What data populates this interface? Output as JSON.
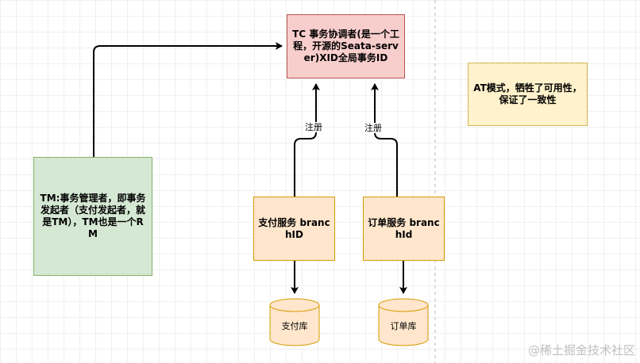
{
  "nodes": {
    "tc": "TC 事务协调者(是一个工程，开源的Seata-server)XID全局事务ID",
    "tm": "TM:事务管理者，即事务发起者（支付发起者，就是TM），TM也是一个RM",
    "pay_service": "支付服务 branchID",
    "order_service": "订单服务 branchId",
    "at_note": "AT模式，牺牲了可用性，保证了一致性"
  },
  "edges": {
    "register_left": "注册",
    "register_right": "注册"
  },
  "databases": {
    "pay_db": "支付库",
    "order_db": "订单库"
  },
  "watermark": "@稀土掘金技术社区",
  "colors": {
    "tc_fill": "#f8cecc",
    "tm_fill": "#d5e8d4",
    "service_fill": "#ffe6cc",
    "note_fill": "#fff2cc",
    "db_fill": "#ffe6cc"
  }
}
